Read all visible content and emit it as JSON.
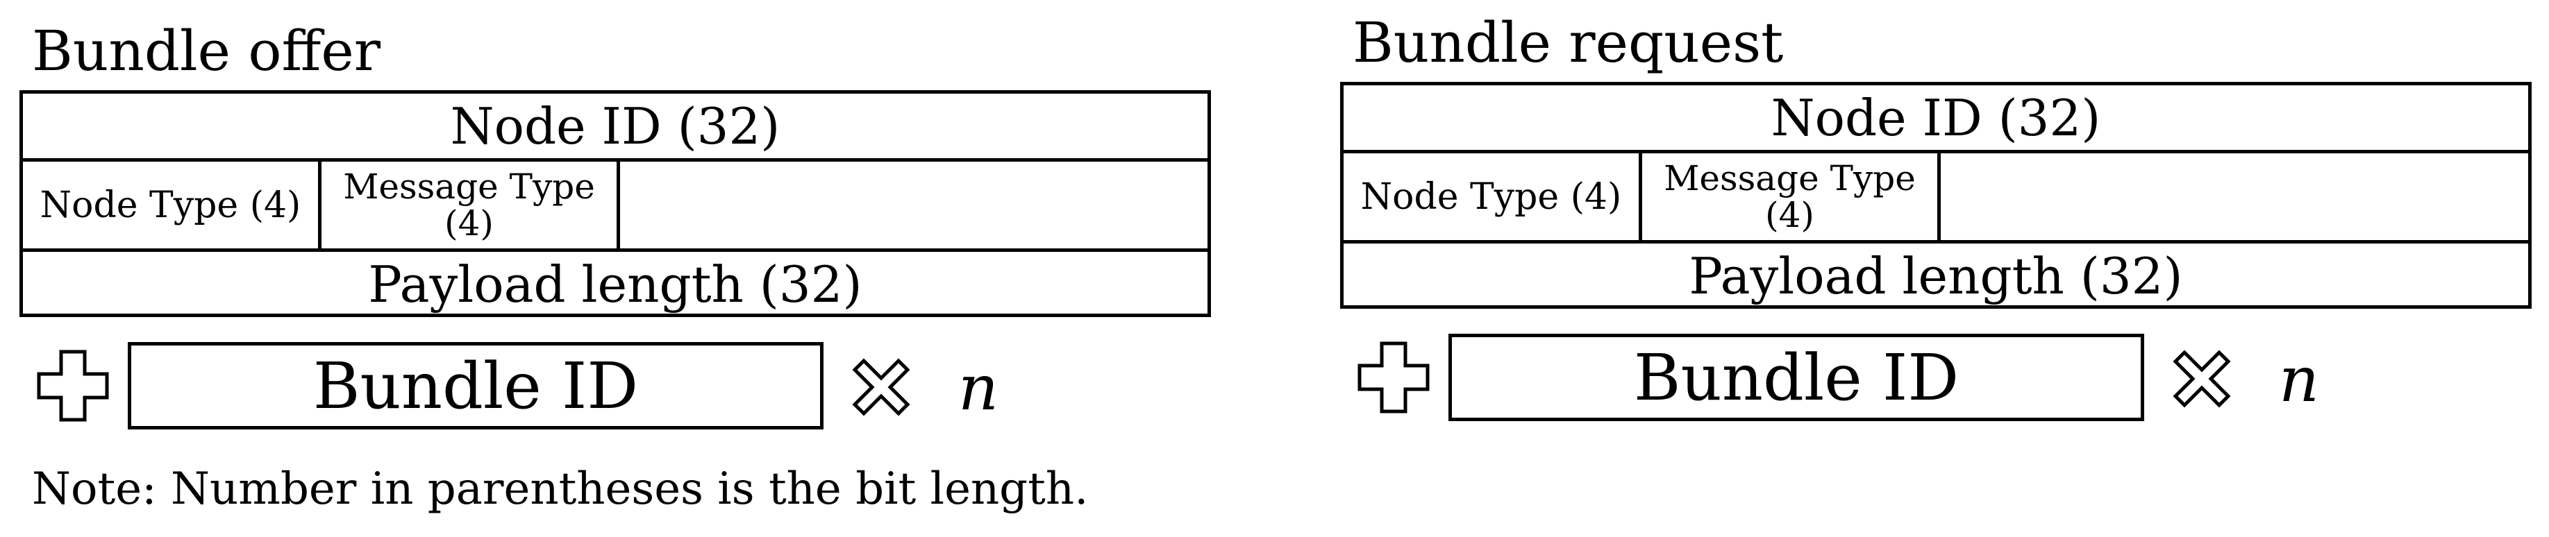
{
  "note": "Note: Number in parentheses is the bit length.",
  "panels": {
    "offer": {
      "title": "Bundle offer",
      "node_id": "Node ID (32)",
      "node_type": "Node Type (4)",
      "message_type_line1": "Message Type",
      "message_type_line2": "(4)",
      "payload_length": "Payload length (32)",
      "bundle_id": "Bundle ID",
      "repeat_var": "n",
      "icons": [
        "plus-icon",
        "times-icon"
      ]
    },
    "request": {
      "title": "Bundle request",
      "node_id": "Node ID (32)",
      "node_type": "Node Type (4)",
      "message_type_line1": "Message Type",
      "message_type_line2": "(4)",
      "payload_length": "Payload length (32)",
      "bundle_id": "Bundle ID",
      "repeat_var": "n",
      "icons": [
        "plus-icon",
        "times-icon"
      ]
    }
  }
}
